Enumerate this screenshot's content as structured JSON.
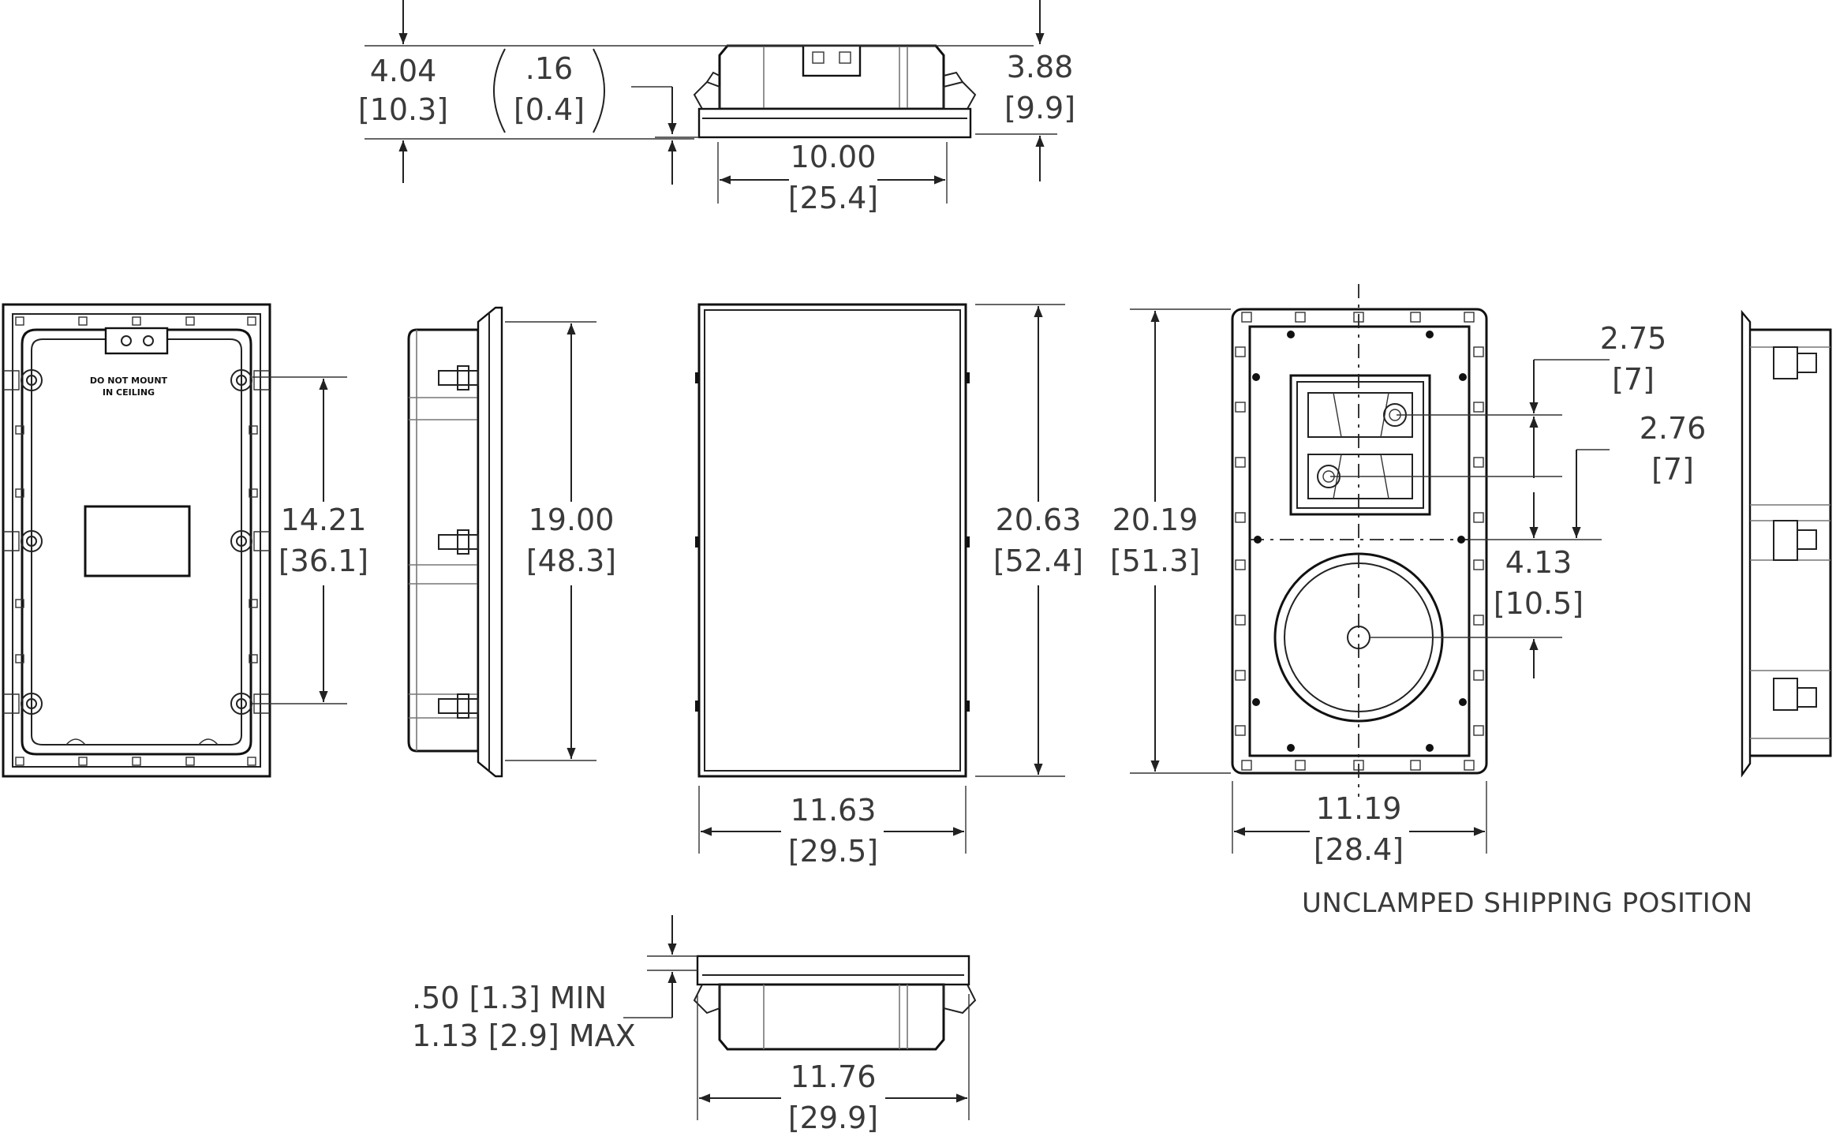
{
  "title": "",
  "dimensions": {
    "top_view_height_left": {
      "in": "4.04",
      "cm": "[10.3]"
    },
    "top_view_flange": {
      "in": ".16",
      "cm": "[0.4]"
    },
    "top_view_height_right": {
      "in": "3.88",
      "cm": "[9.9]"
    },
    "top_view_width": {
      "in": "10.00",
      "cm": "[25.4]"
    },
    "back_mount_spacing": {
      "in": "14.21",
      "cm": "[36.1]"
    },
    "side_body_height": {
      "in": "19.00",
      "cm": "[48.3]"
    },
    "grille_height": {
      "in": "20.63",
      "cm": "[52.4]"
    },
    "grille_width": {
      "in": "11.63",
      "cm": "[29.5]"
    },
    "front_height": {
      "in": "20.19",
      "cm": "[51.3]"
    },
    "front_width": {
      "in": "11.19",
      "cm": "[28.4]"
    },
    "tweeter_upper_offset": {
      "in": "2.75",
      "cm": "[7]"
    },
    "tweeter_lower_offset": {
      "in": "2.76",
      "cm": "[7]"
    },
    "woofer_offset": {
      "in": "4.13",
      "cm": "[10.5]"
    },
    "bottom_view_width": {
      "in": "11.76",
      "cm": "[29.9]"
    },
    "wall_thickness_min": ".50 [1.3] MIN",
    "wall_thickness_max": "1.13 [2.9] MAX"
  },
  "back_label_line1": "DO NOT MOUNT",
  "back_label_line2": "IN CEILING",
  "caption": "UNCLAMPED SHIPPING POSITION"
}
